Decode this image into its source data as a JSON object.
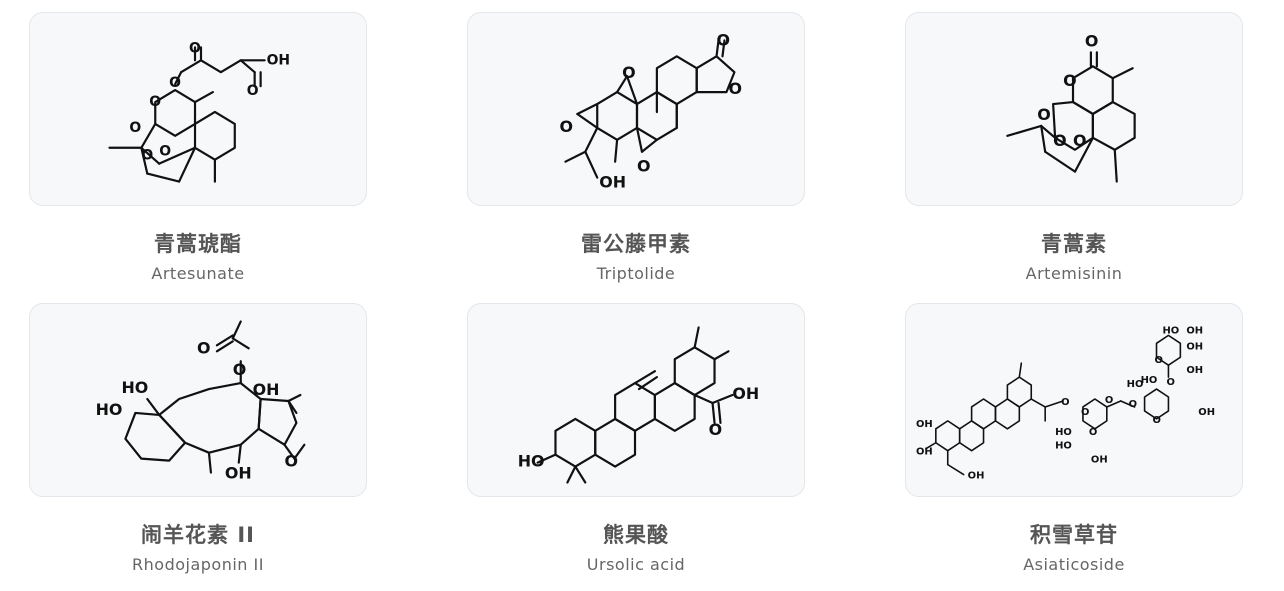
{
  "compounds": [
    {
      "name_cn": "青蒿琥酯",
      "name_en": "Artesunate",
      "atom_labels": [
        "O",
        "O",
        "OH",
        "O",
        "O",
        "O",
        "O",
        "O"
      ]
    },
    {
      "name_cn": "雷公藤甲素",
      "name_en": "Triptolide",
      "atom_labels": [
        "O",
        "O",
        "O",
        "O",
        "OH",
        "O"
      ]
    },
    {
      "name_cn": "青蒿素",
      "name_en": "Artemisinin",
      "atom_labels": [
        "O",
        "O",
        "O",
        "O",
        "O"
      ]
    },
    {
      "name_cn": "闹羊花素 II",
      "name_en": "Rhodojaponin II",
      "atom_labels": [
        "O",
        "O",
        "HO",
        "OH",
        "HO",
        "O",
        "OH"
      ]
    },
    {
      "name_cn": "熊果酸",
      "name_en": "Ursolic acid",
      "atom_labels": [
        "OH",
        "O",
        "HO"
      ]
    },
    {
      "name_cn": "积雪草苷",
      "name_en": "Asiaticoside",
      "atom_labels": [
        "OH",
        "OH",
        "O",
        "OH",
        "HO",
        "O",
        "OH",
        "O",
        "O",
        "O",
        "HO",
        "O",
        "O",
        "O",
        "HO",
        "OH",
        "OH",
        "OH",
        "HO",
        "HO",
        "OH"
      ]
    }
  ]
}
